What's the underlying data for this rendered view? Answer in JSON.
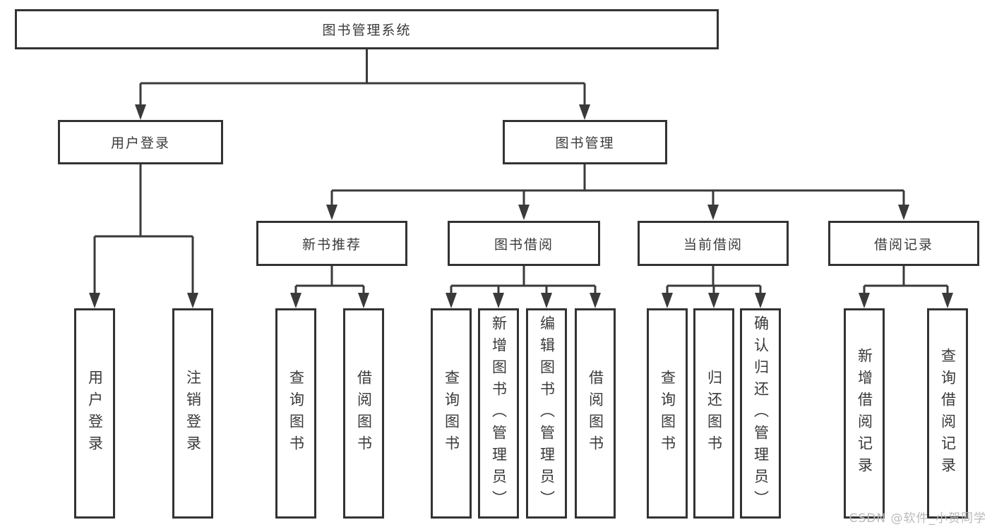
{
  "nodes": {
    "root": "图书管理系统",
    "level2": {
      "login": "用户登录",
      "management": "图书管理"
    },
    "level3": {
      "recommend": "新书推荐",
      "borrow": "图书借阅",
      "current": "当前借阅",
      "records": "借阅记录"
    },
    "leaves": {
      "login": [
        "用户登录",
        "注销登录"
      ],
      "recommend": [
        "查询图书",
        "借阅图书"
      ],
      "borrow": [
        "查询图书",
        "新增图书（管理员）",
        "编辑图书（管理员）",
        "借阅图书"
      ],
      "current": [
        "查询图书",
        "归还图书",
        "确认归还（管理员）"
      ],
      "records": [
        "新增借阅记录",
        "查询借阅记录"
      ]
    }
  },
  "watermark": "CSDN @软件_小贺同学",
  "colors": {
    "line": "#3a3a3a",
    "box_border": "#333333",
    "text": "#3a3a3a",
    "watermark": "#b9babc",
    "background": "#ffffff"
  }
}
